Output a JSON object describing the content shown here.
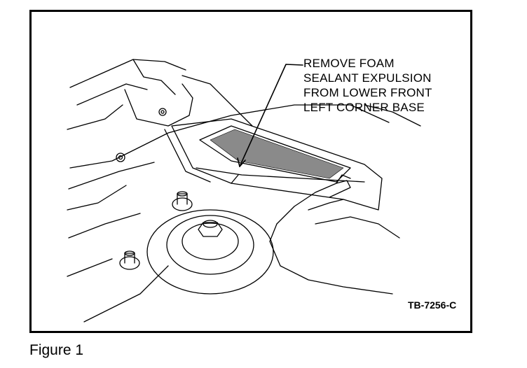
{
  "callout": {
    "lines": [
      "REMOVE FOAM",
      "SEALANT EXPULSION",
      "FROM LOWER FRONT",
      "LEFT CORNER BASE"
    ]
  },
  "reference_code": "TB-7256-C",
  "figure_caption": "Figure 1"
}
